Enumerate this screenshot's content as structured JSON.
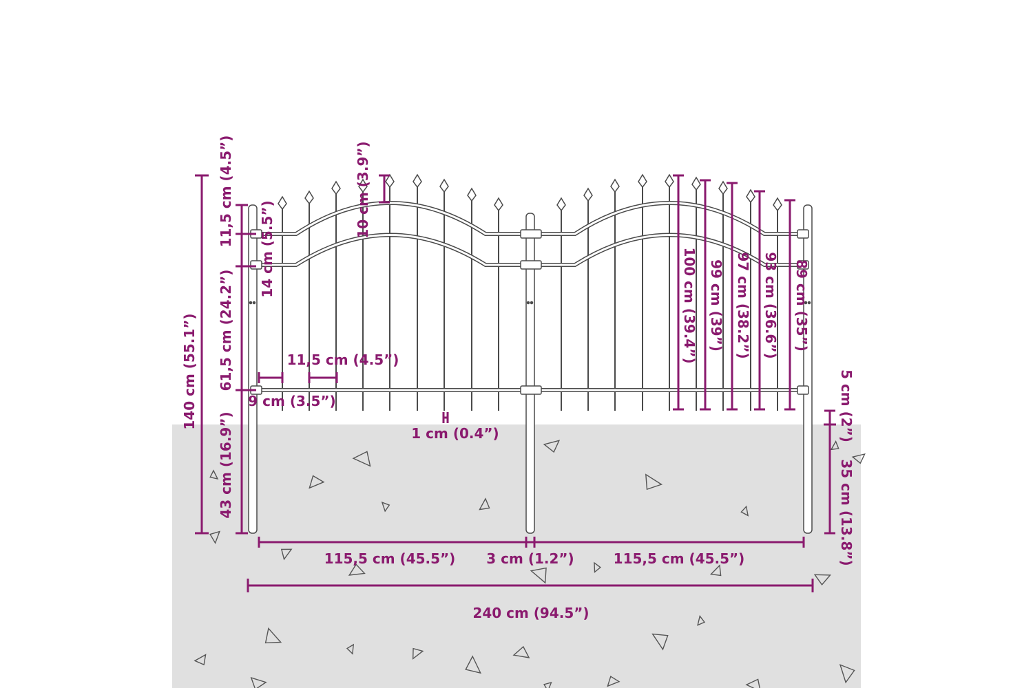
{
  "colors": {
    "dimension": "#8a1a6e",
    "fence": "#4a4a4a",
    "ground": "#e0e0e0",
    "stone": "#555555"
  },
  "dimensions": {
    "total_height": "140 cm (55.1”)",
    "top_section": "11,5 cm (4.5”)",
    "rail_gap": "14 cm (5.5”)",
    "middle_section": "61,5 cm (24.2”)",
    "underground": "43 cm (16.9”)",
    "spike_height": "10 cm (3.9”)",
    "spike_gap": "11,5 cm (4.5”)",
    "edge_gap": "9 cm (3.5”)",
    "bar_width": "1 cm (0.4”)",
    "bar_100": "100 cm (39.4”)",
    "bar_99": "99 cm (39”)",
    "bar_97": "97 cm (38.2”)",
    "bar_93": "93 cm (36.6”)",
    "bar_89": "89 cm (35”)",
    "ground_clearance": "5 cm (2”)",
    "post_underground": "35 cm (13.8”)",
    "panel_left": "115,5 cm (45.5”)",
    "post_width": "3 cm (1.2”)",
    "panel_right": "115,5 cm (45.5”)",
    "total_width": "240 cm (94.5”)"
  }
}
